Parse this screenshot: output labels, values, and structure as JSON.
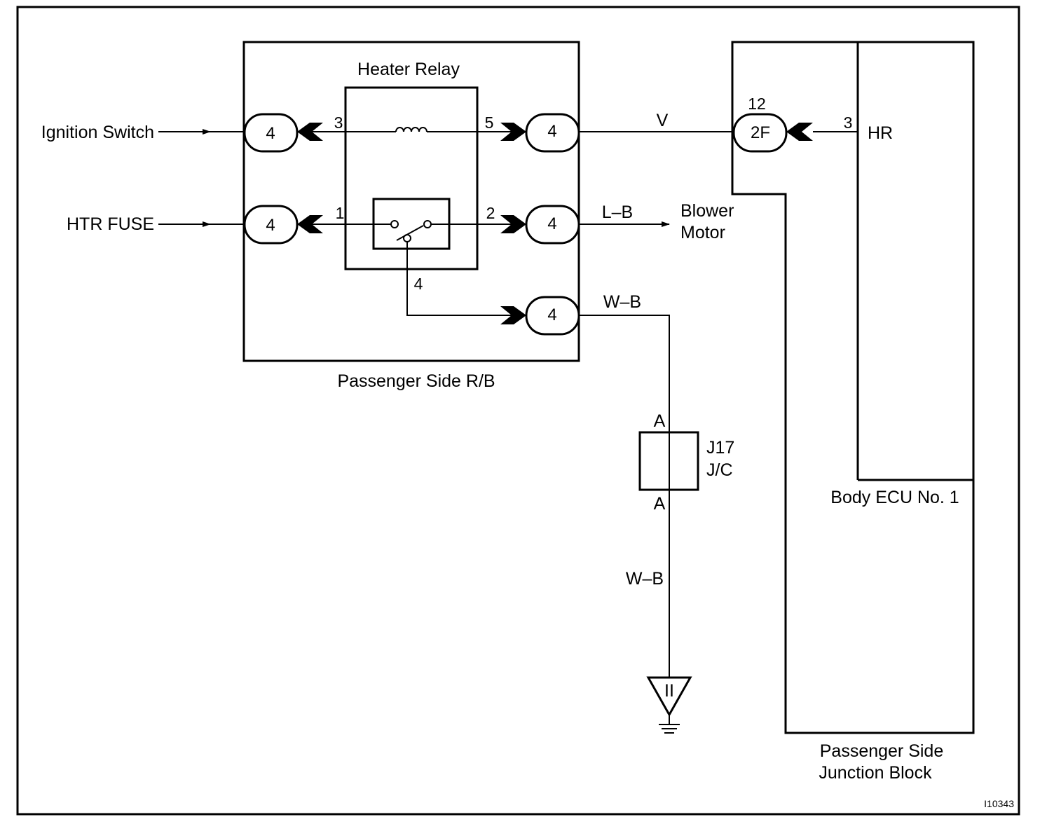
{
  "inputs": {
    "ignition_switch": "Ignition Switch",
    "htr_fuse": "HTR FUSE"
  },
  "relay_block": {
    "title": "Heater Relay",
    "box_label": "Passenger Side R/B",
    "connector_label": "4",
    "pins": {
      "p1": "1",
      "p2": "2",
      "p3": "3",
      "p4": "4",
      "p5": "5"
    }
  },
  "wires": {
    "v": "V",
    "lb": "L–B",
    "wb_top": "W–B",
    "wb_bottom": "W–B"
  },
  "outputs": {
    "blower_line1": "Blower",
    "blower_line2": "Motor"
  },
  "junction_connector": {
    "label": "J17",
    "sublabel": "J/C",
    "pin_top": "A",
    "pin_bottom": "A"
  },
  "ground": {
    "label": "II"
  },
  "ecu": {
    "connector": "2F",
    "connector_pin": "12",
    "pin": "3",
    "terminal": "HR",
    "name": "Body ECU No. 1"
  },
  "junction_block": {
    "line1": "Passenger Side",
    "line2": "Junction Block"
  },
  "figure_id": "I10343"
}
